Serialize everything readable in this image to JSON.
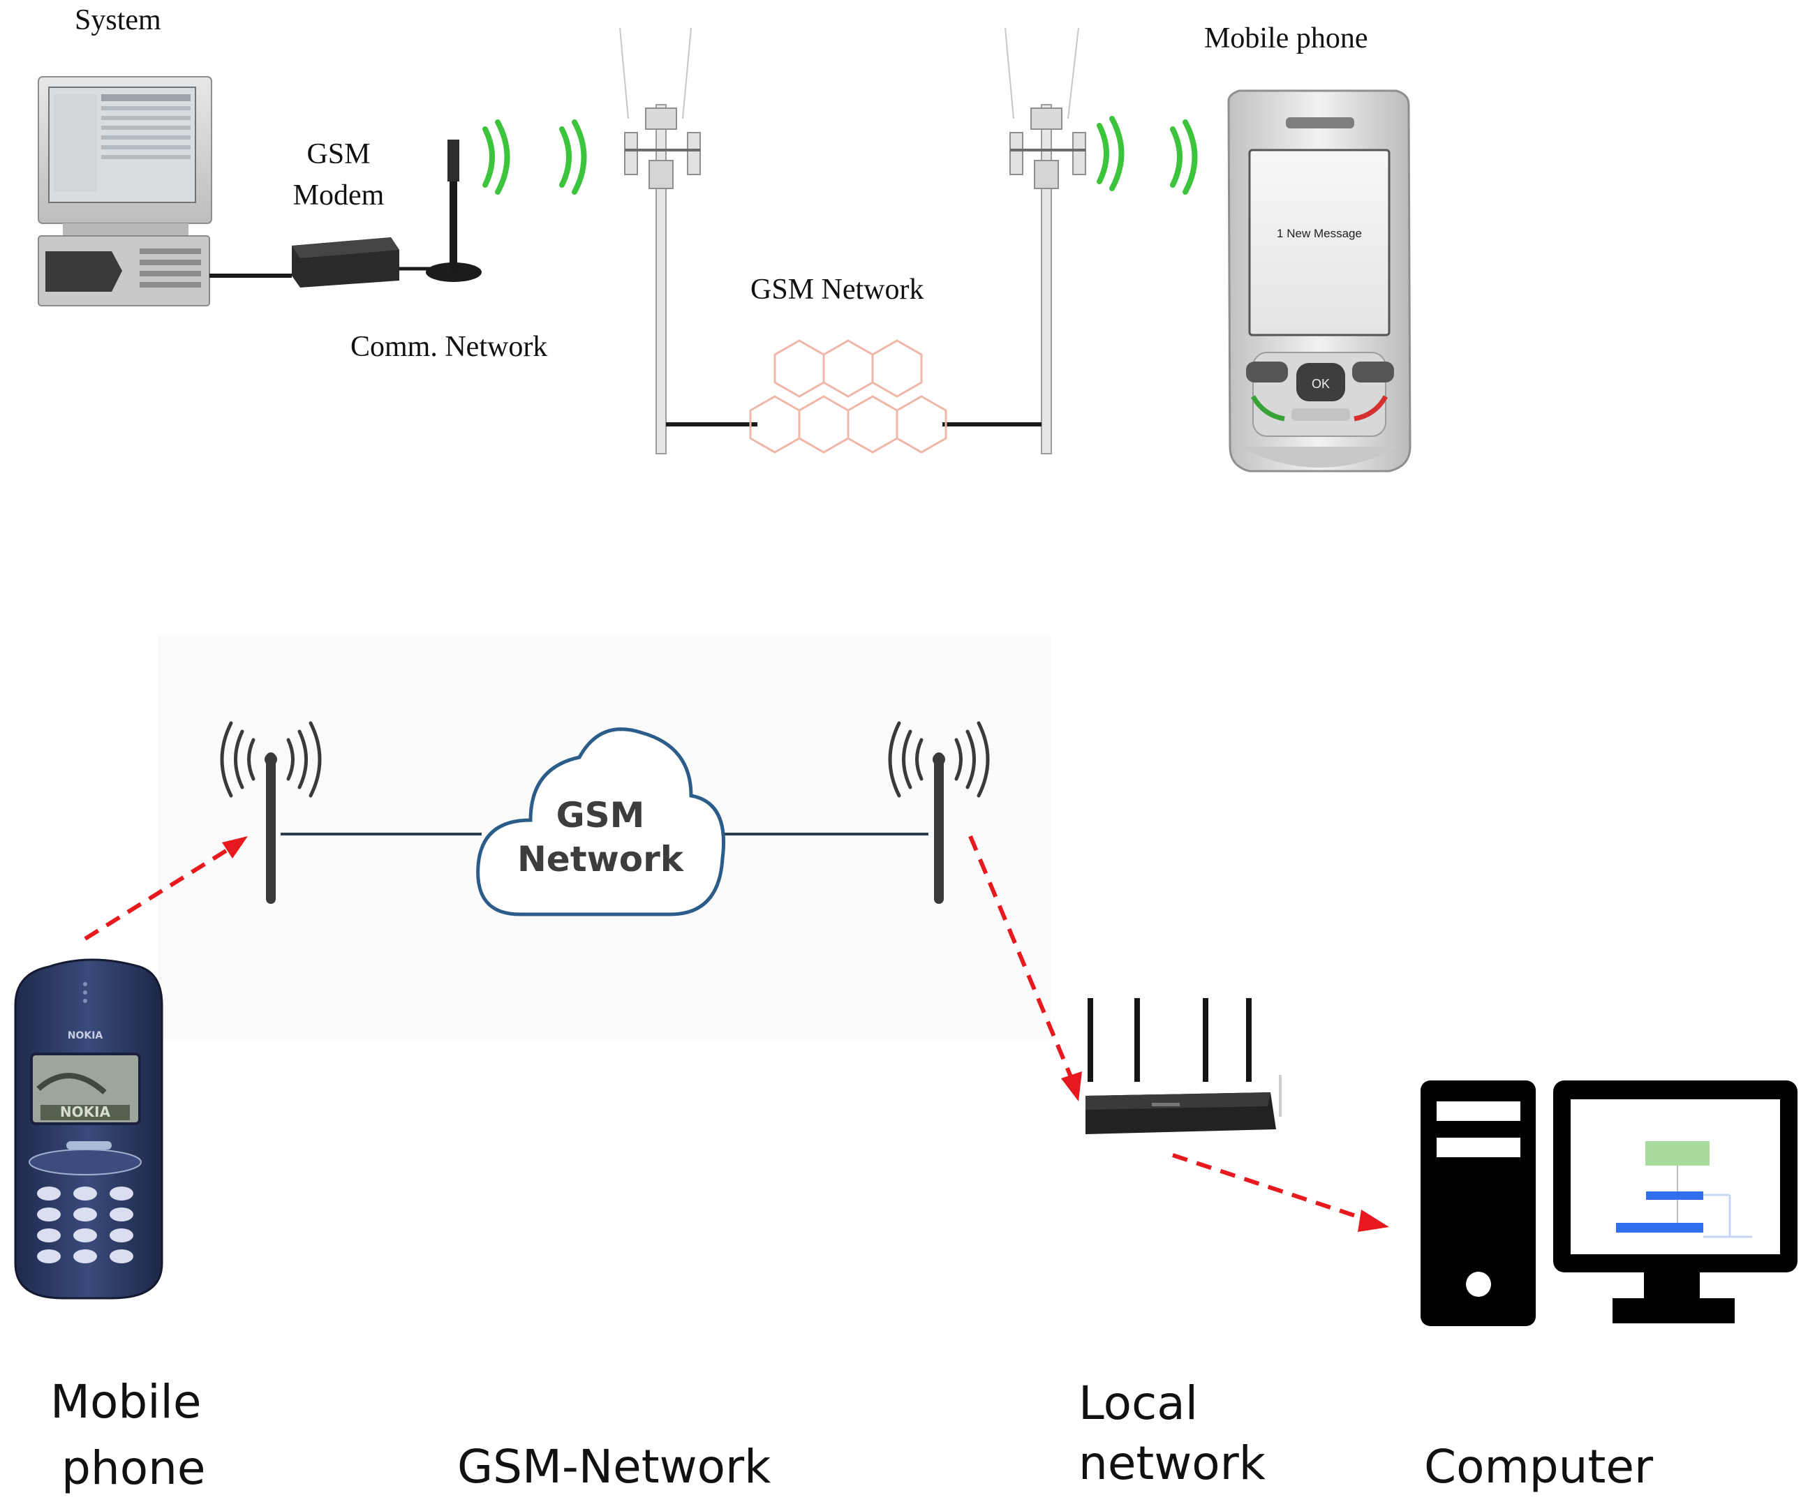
{
  "top": {
    "labels": {
      "system": "System",
      "gsm_modem_line1": "GSM",
      "gsm_modem_line2": "Modem",
      "comm_network": "Comm. Network",
      "gsm_network": "GSM Network",
      "mobile_phone": "Mobile phone"
    },
    "phone_screen_text": "1 New Message",
    "phone_ok_key": "OK"
  },
  "bottom": {
    "cloud_line1": "GSM",
    "cloud_line2": "Network",
    "nokia_brand": "NOKIA",
    "labels": {
      "mobile_phone_line1": "Mobile",
      "mobile_phone_line2": "phone",
      "gsm_network": "GSM-Network",
      "local_network_line1": "Local",
      "local_network_line2": "network",
      "computer": "Computer"
    }
  },
  "colors": {
    "signal_green": "#3cc43c",
    "arrow_red": "#e8191e",
    "hex_outline": "#f0b7a8",
    "cloud_stroke": "#2b5c8a",
    "nokia_body": "#2e3c66",
    "monitor_bar_blue": "#2f6ff0",
    "monitor_box_green": "#a9dc9c"
  }
}
